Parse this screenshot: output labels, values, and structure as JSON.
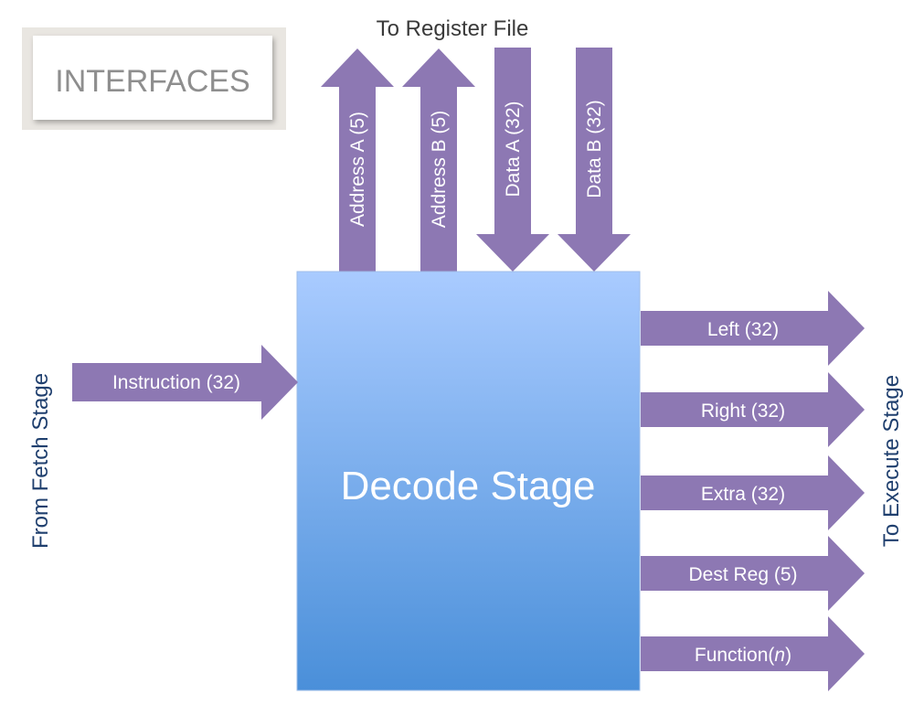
{
  "title_box": {
    "label": "INTERFACES"
  },
  "center": {
    "label": "Decode Stage"
  },
  "register_file_label": "To Register File",
  "fetch_label": "From Fetch Stage",
  "execute_label": "To Execute Stage",
  "top_arrows": [
    {
      "label": "Address A (5)",
      "direction": "up"
    },
    {
      "label": "Address B (5)",
      "direction": "up"
    },
    {
      "label": "Data A (32)",
      "direction": "down"
    },
    {
      "label": "Data B (32)",
      "direction": "down"
    }
  ],
  "input_arrow": {
    "label": "Instruction (32)"
  },
  "output_arrows": [
    {
      "label": "Left (32)"
    },
    {
      "label": "Right (32)"
    },
    {
      "label": "Extra (32)"
    },
    {
      "label": "Dest Reg (5)"
    },
    {
      "label_prefix": "Function(",
      "label_italic": "n",
      "label_suffix": ")"
    }
  ],
  "colors": {
    "arrow": "#8d78b3",
    "box_top": "#a9cbff",
    "box_bottom": "#4a8fd9",
    "side_text": "#1f3f6e"
  }
}
